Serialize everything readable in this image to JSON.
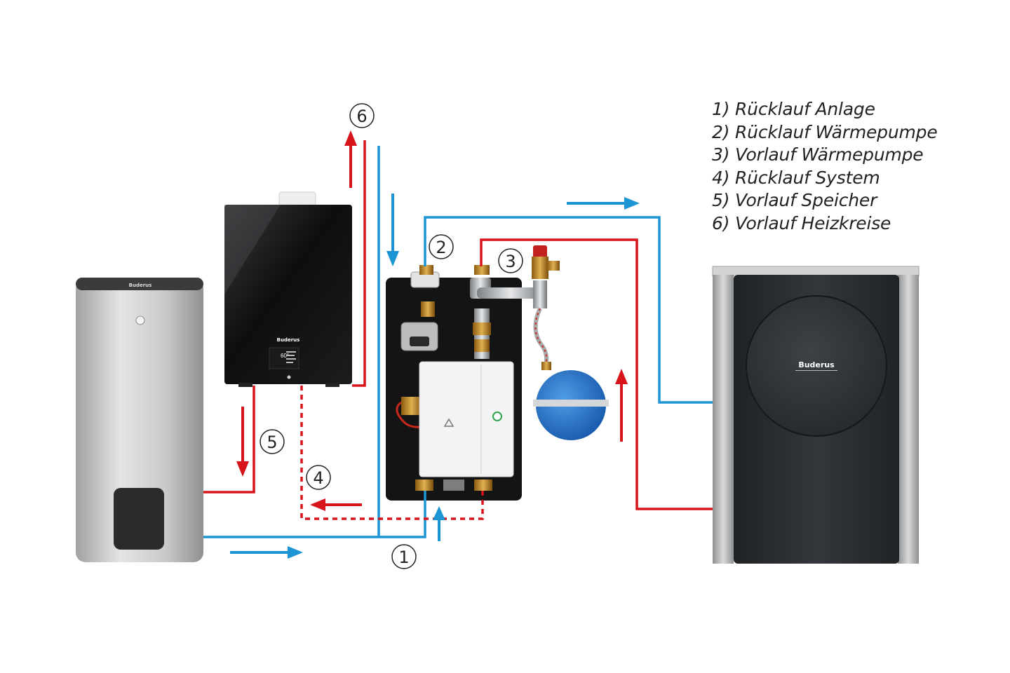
{
  "legend": {
    "items": [
      "1) Rücklauf Anlage",
      "2) Rücklauf Wärmepumpe",
      "3) Vorlauf Wärmepumpe",
      "4) Rücklauf System",
      "5) Vorlauf Speicher",
      "6) Vorlauf Heizkreise"
    ]
  },
  "callouts": [
    "1",
    "2",
    "3",
    "4",
    "5",
    "6"
  ],
  "brand": {
    "tank": "Buderus",
    "boiler": "Buderus",
    "heat_pump": "Buderus"
  },
  "boiler_display": {
    "value": "60°"
  },
  "colors": {
    "flow_red": "#d7141a",
    "return_blue": "#1b95d4",
    "tank_body": "#c6c7c8",
    "boiler_body": "#111111",
    "heat_pump_body": "#2b2e31",
    "expansion_vessel": "#1f6fc2"
  },
  "icons": {
    "boiler_power": "power-icon",
    "module_logo": "triangle-logo-icon",
    "module_led": "status-led-icon"
  }
}
